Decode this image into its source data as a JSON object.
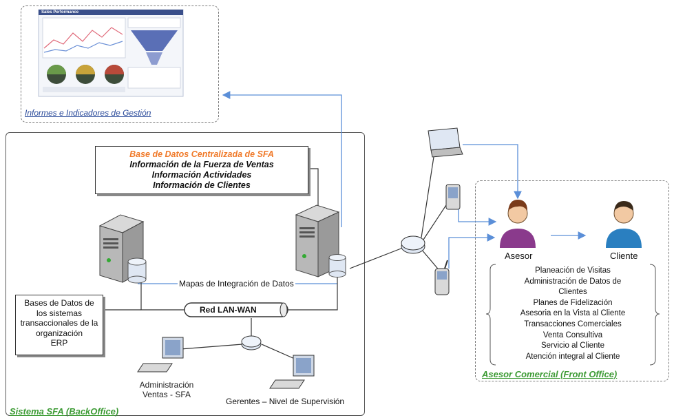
{
  "reports": {
    "caption": "Informes e Indicadores de Gestión",
    "thumbnail_header": "Sales Performance"
  },
  "backoffice": {
    "caption": "Sistema SFA (BackOffice)",
    "central_db": {
      "title": "Base de Datos Centralizada de SFA",
      "lines": [
        "Información de la Fuerza de Ventas",
        "Información Actividades",
        "Información de Clientes"
      ]
    },
    "integration_label": "Mapas de Integración de Datos",
    "network_label": "Red LAN-WAN",
    "legacy_db": [
      "Bases de Datos de",
      "los sistemas",
      "transaccionales de la",
      "organización",
      "ERP"
    ],
    "admin_label": [
      "Administración",
      "Ventas - SFA"
    ],
    "managers_label": "Gerentes – Nivel de Supervisión"
  },
  "frontoffice": {
    "caption": "Asesor Comercial (Front Office)",
    "advisor_label": "Asesor",
    "client_label": "Cliente",
    "services": [
      "Planeación de Visitas",
      "Administración de Datos de",
      "Clientes",
      "Planes de Fidelización",
      "Asesoria en la Vista al Cliente",
      "Transacciones Comerciales",
      "Venta Consultiva",
      "Servicio al Cliente",
      "Atención integral al Cliente"
    ]
  },
  "colors": {
    "green": "#3d9b35",
    "orange": "#f07a2a",
    "arrow_blue": "#5b8fd8",
    "person_purple": "#8a3a8c",
    "person_blue": "#2a7fc0"
  }
}
